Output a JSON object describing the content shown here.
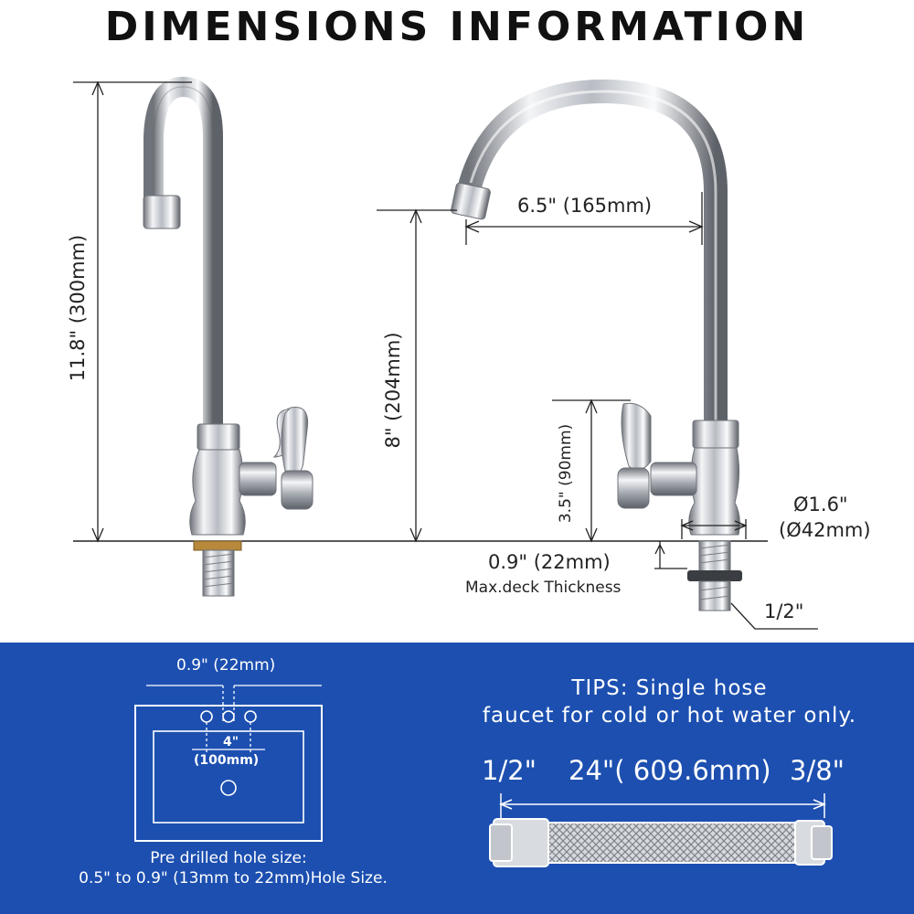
{
  "title": "DIMENSIONS INFORMATION",
  "dimensions": {
    "total_height": "11.8\" (300mm)",
    "spout_height": "8\" (204mm)",
    "spout_reach": "6.5\" (165mm)",
    "handle_height": "3.5\" (90mm)",
    "base_diameter_in": "Ø1.6\"",
    "base_diameter_mm": "(Ø42mm)",
    "deck_thickness": "0.9\" (22mm)",
    "deck_thickness_label": "Max.deck Thickness",
    "thread_size": "1/2\""
  },
  "sink_diagram": {
    "hole_spacing_top": "0.9\" (22mm)",
    "center_spacing_in": "4\"",
    "center_spacing_mm": "(100mm)",
    "hole_size_line1": "Pre drilled hole size:",
    "hole_size_line2": "0.5\" to 0.9\" (13mm to 22mm)Hole Size."
  },
  "tips": {
    "line1": "TIPS: Single hose",
    "line2": "faucet for cold or hot water only."
  },
  "hose": {
    "left_size": "1/2\"",
    "length": "24\"( 609.6mm)",
    "right_size": "3/8\""
  },
  "colors": {
    "panel_blue": "#1c4fb0",
    "chrome": "#c9ccd2",
    "brass": "#b8893a"
  }
}
